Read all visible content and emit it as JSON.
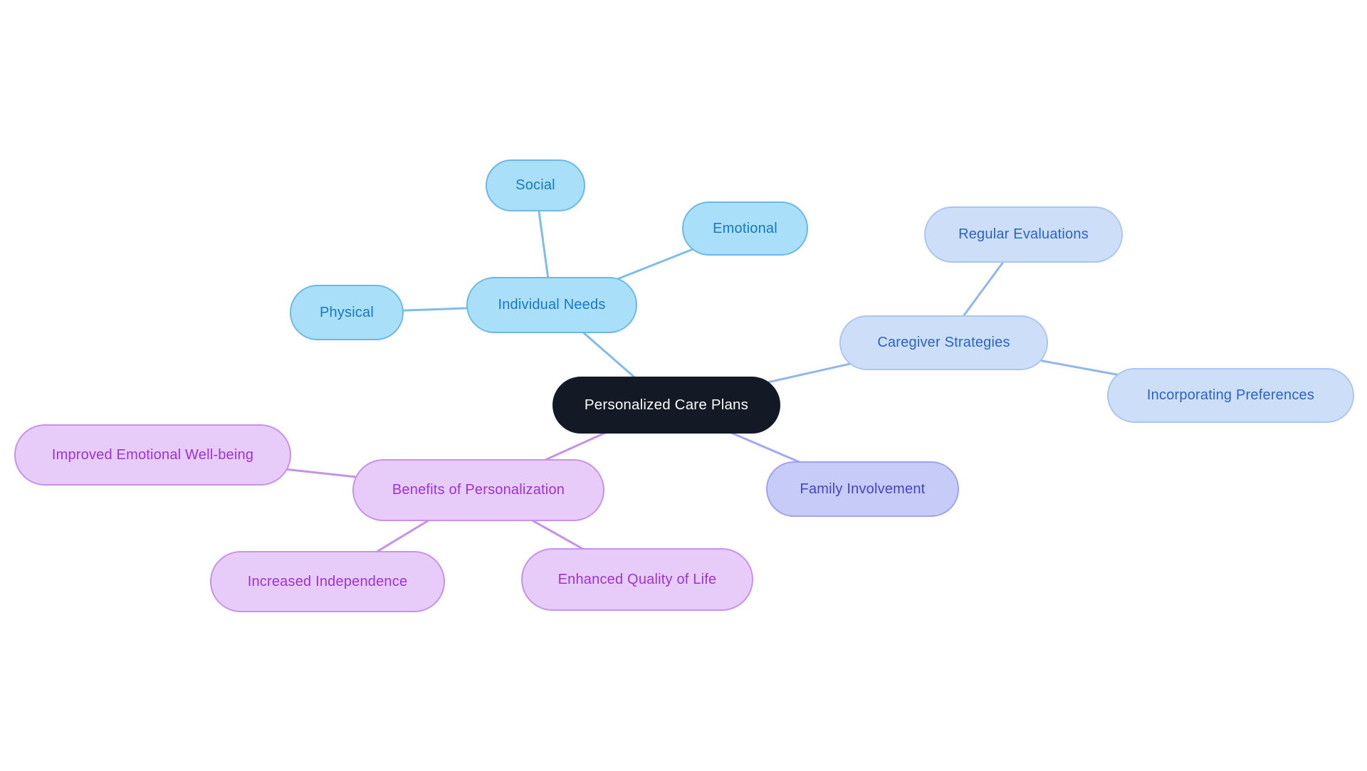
{
  "mindmap": {
    "title": "Personalized Care Plans mind map",
    "palette": {
      "central": {
        "fill": "#131A26",
        "border": "#131A26",
        "text": "#FAFBFD",
        "edge": "#131A26"
      },
      "blue": {
        "fill": "#A9DFF8",
        "border": "#6CB9E9",
        "text": "#1779BE",
        "edge": "#7FBCEA"
      },
      "periwinkle": {
        "fill": "#CDDFF8",
        "border": "#A9C6F2",
        "text": "#2B63C4",
        "edge": "#92B6E9"
      },
      "lavender": {
        "fill": "#C7CBF7",
        "border": "#9CA4EF",
        "text": "#4345C4",
        "edge": "#A3A9F0"
      },
      "purple": {
        "fill": "#E7CCF9",
        "border": "#C892EC",
        "text": "#9C33D3",
        "edge": "#C791EB"
      }
    },
    "nodes": {
      "central": {
        "label": "Personalized Care Plans",
        "group": "central"
      },
      "individual-needs": {
        "label": "Individual Needs",
        "group": "blue"
      },
      "social": {
        "label": "Social",
        "group": "blue"
      },
      "emotional": {
        "label": "Emotional",
        "group": "blue"
      },
      "physical": {
        "label": "Physical",
        "group": "blue"
      },
      "regular-evaluations": {
        "label": "Regular Evaluations",
        "group": "periwinkle"
      },
      "caregiver-strategies": {
        "label": "Caregiver Strategies",
        "group": "periwinkle"
      },
      "incorporating-preferences": {
        "label": "Incorporating Preferences",
        "group": "periwinkle"
      },
      "family-involvement": {
        "label": "Family Involvement",
        "group": "lavender"
      },
      "benefits": {
        "label": "Benefits of Personalization",
        "group": "purple"
      },
      "improved-emotional": {
        "label": "Improved Emotional Well-being",
        "group": "purple"
      },
      "increased-independence": {
        "label": "Increased Independence",
        "group": "purple"
      },
      "enhanced-quality": {
        "label": "Enhanced Quality of Life",
        "group": "purple"
      }
    },
    "edges": [
      {
        "from": "central",
        "to": "individual-needs",
        "group": "blue"
      },
      {
        "from": "individual-needs",
        "to": "social",
        "group": "blue"
      },
      {
        "from": "individual-needs",
        "to": "emotional",
        "group": "blue"
      },
      {
        "from": "individual-needs",
        "to": "physical",
        "group": "blue"
      },
      {
        "from": "central",
        "to": "caregiver-strategies",
        "group": "periwinkle"
      },
      {
        "from": "caregiver-strategies",
        "to": "regular-evaluations",
        "group": "periwinkle"
      },
      {
        "from": "caregiver-strategies",
        "to": "incorporating-preferences",
        "group": "periwinkle"
      },
      {
        "from": "central",
        "to": "family-involvement",
        "group": "lavender"
      },
      {
        "from": "central",
        "to": "benefits",
        "group": "purple"
      },
      {
        "from": "benefits",
        "to": "improved-emotional",
        "group": "purple"
      },
      {
        "from": "benefits",
        "to": "increased-independence",
        "group": "purple"
      },
      {
        "from": "benefits",
        "to": "enhanced-quality",
        "group": "purple"
      }
    ],
    "edge_width": 3
  }
}
